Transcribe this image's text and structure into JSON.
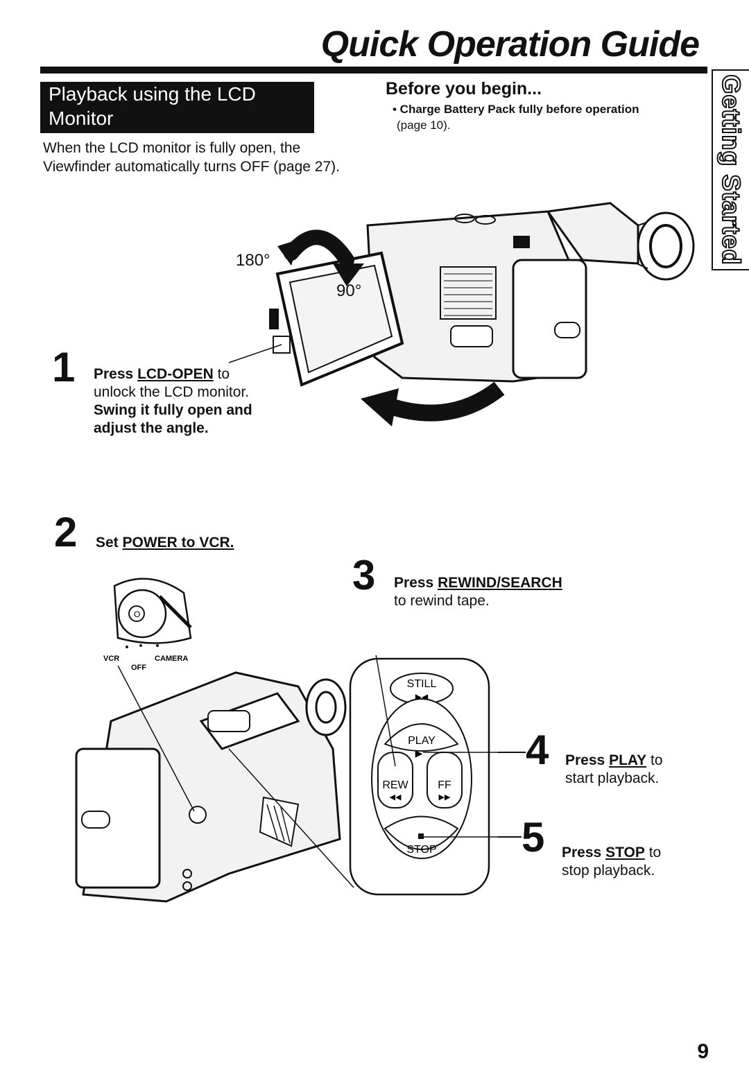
{
  "header": {
    "title": "Quick Operation Guide"
  },
  "side_tab": {
    "label": "Getting Started"
  },
  "section": {
    "title_line1": "Playback using the LCD",
    "title_line2": "Monitor"
  },
  "intro": {
    "line1": "When the LCD monitor is fully open, the",
    "line2": "Viewfinder automatically turns OFF (page 27)."
  },
  "before": {
    "heading": "Before you begin...",
    "bullet": "• Charge Battery Pack fully before operation",
    "page_ref": "(page 10)."
  },
  "figure1": {
    "angle_180": "180°",
    "angle_90": "90°"
  },
  "step1": {
    "number": "1",
    "press": "Press ",
    "button": "LCD-OPEN",
    "to": " to",
    "line2": "unlock the LCD monitor.",
    "line3": "Swing it fully open and",
    "line4": "adjust the angle."
  },
  "step2": {
    "number": "2",
    "set": "Set ",
    "target": "POWER to VCR."
  },
  "power_switch": {
    "vcr": "VCR",
    "off": "OFF",
    "camera": "CAMERA"
  },
  "step3": {
    "number": "3",
    "press": "Press ",
    "button": "REWIND/SEARCH",
    "line2": "to rewind tape."
  },
  "controls": {
    "still": "STILL",
    "play": "PLAY",
    "rew": "REW",
    "ff": "FF",
    "stop": "STOP"
  },
  "step4": {
    "number": "4",
    "press": "Press ",
    "button": "PLAY",
    "to": " to",
    "line2": "start playback."
  },
  "step5": {
    "number": "5",
    "press": "Press ",
    "button": "STOP",
    "to": " to",
    "line2": "stop playback."
  },
  "page_number": "9"
}
